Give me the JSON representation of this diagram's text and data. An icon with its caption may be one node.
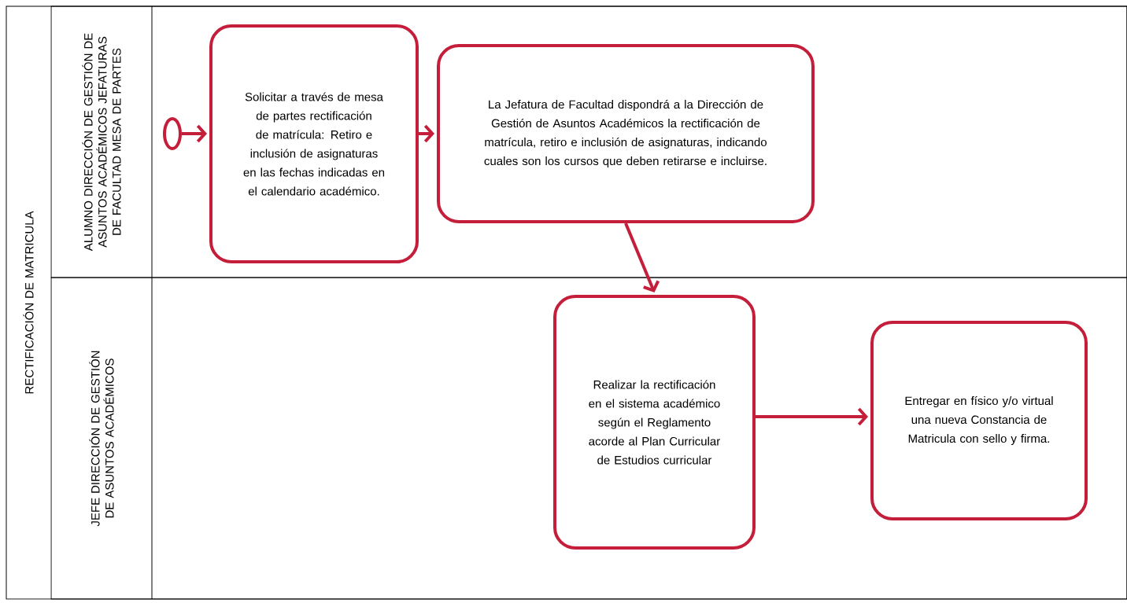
{
  "diagram": {
    "nodes": [
      {
        "text": [
          "RECTIFICACIÓN DE MATRICULA"
        ]
      },
      {
        "text": [
          "ALUMNO DIRECCIÓN DE GESTIÓN DE ASUNTOS ACADÉMICOS JEFATURAS DE FACULTAD MESA DE PARTES"
        ],
        "in": 0
      },
      {
        "text": [
          "JEFE  DIRECCIÓN DE GESTIÓN DE ASUNTOS ACADÉMICOS"
        ],
        "in": 0
      },
      {
        "text": [],
        "shape": "circle",
        "in": 1
      },
      {
        "text": [
          "Solicitar a través de mesa de partes rectificación de matrícula: Retiro e inclusión de asignaturas en las fechas indicadas en el calendario académico."
        ],
        "in": 1
      },
      {
        "text": [
          "La Jefatura de Facultad dispondrá a la Dirección de Gestión de Asuntos Académicos la rectificación de matrícula, retiro e inclusión de asignaturas, indicando cuales son los cursos que deben retirarse e incluirse."
        ],
        "in": 1
      },
      {
        "text": [
          "Realizar la rectificación en el sistema académico según el Reglamento acorde al Plan Curricular de Estudios curricular"
        ],
        "in": 2
      },
      {
        "text": [
          "Entregar en físico y/o virtual una nueva Constancia de Matricula con sello y firma."
        ],
        "in": 2
      }
    ],
    "edges": [
      {
        "from": 3,
        "to": 4,
        "arrow": "to"
      },
      {
        "from": 4,
        "to": 5,
        "arrow": "to"
      },
      {
        "from": 5,
        "to": 6,
        "arrow": "to"
      },
      {
        "from": 6,
        "to": 7,
        "arrow": "to"
      }
    ]
  }
}
